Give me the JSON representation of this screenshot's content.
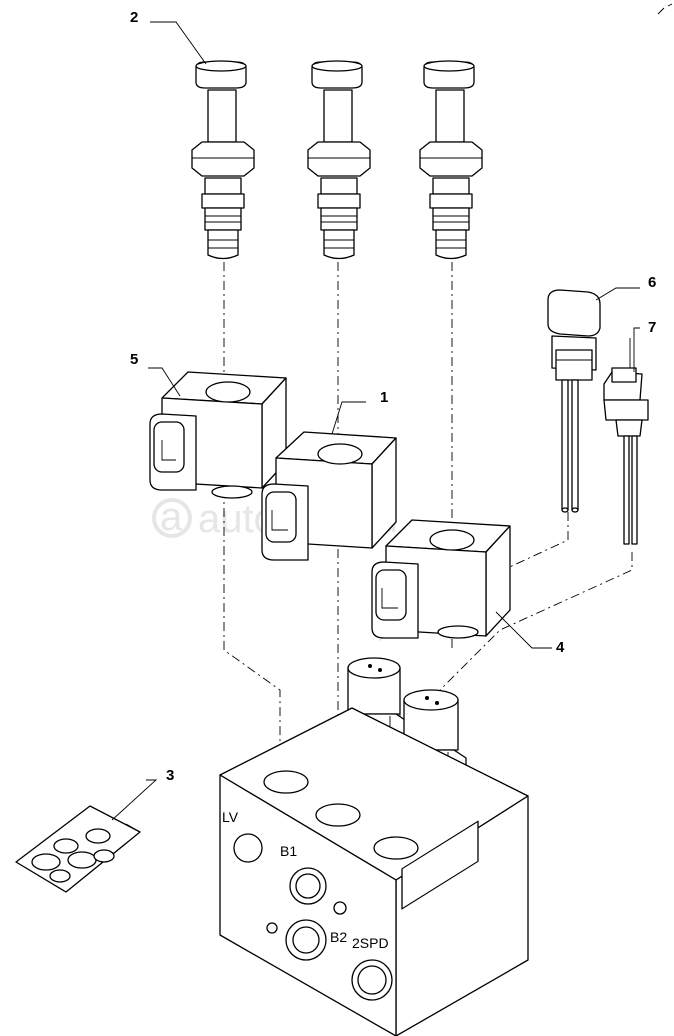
{
  "callouts": {
    "c1": "1",
    "c2": "2",
    "c3": "3",
    "c4": "4",
    "c5": "5",
    "c6": "6",
    "c7": "7"
  },
  "ports": {
    "lv": "LV",
    "b1": "B1",
    "b2": "B2",
    "spd": "2SPD"
  },
  "watermark": "autopiter.ru"
}
